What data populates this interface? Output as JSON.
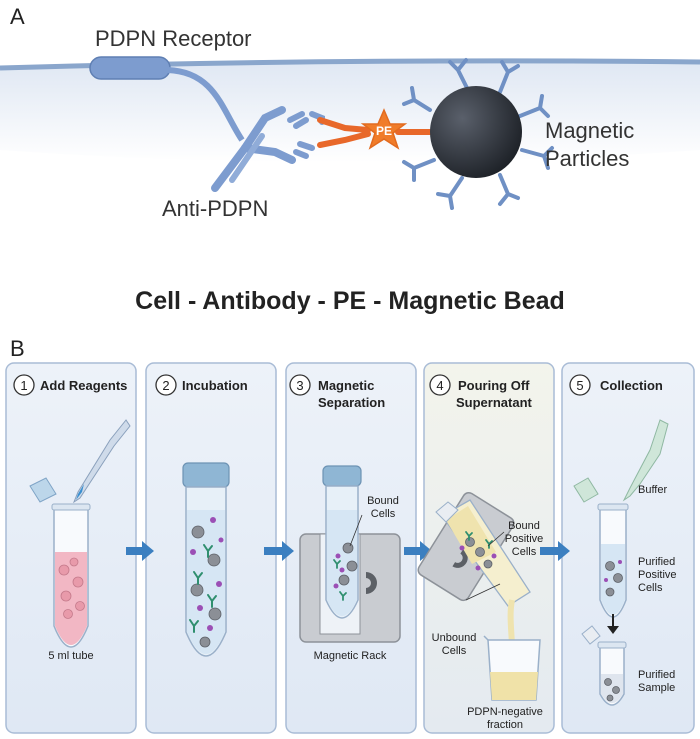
{
  "panel_a": {
    "letter": "A",
    "receptor_label": "PDPN Receptor",
    "antibody_label": "Anti-PDPN",
    "pe_label": "PE",
    "particles_label_line1": "Magnetic",
    "particles_label_line2": "Particles",
    "caption": "Cell - Antibody - PE - Magnetic Bead"
  },
  "panel_b": {
    "letter": "B",
    "steps": [
      {
        "number": "1",
        "title_line1": "Add Reagents",
        "title_line2": "",
        "labels": [
          "5 ml tube"
        ]
      },
      {
        "number": "2",
        "title_line1": "Incubation",
        "title_line2": "",
        "labels": []
      },
      {
        "number": "3",
        "title_line1": "Magnetic",
        "title_line2": "Separation",
        "labels": [
          "Bound",
          "Cells",
          "Magnetic Rack"
        ]
      },
      {
        "number": "4",
        "title_line1": "Pouring Off",
        "title_line2": "Supernatant",
        "labels": [
          "Bound",
          "Positive",
          "Cells",
          "Unbound",
          "Cells",
          "PDPN-negative",
          "fraction"
        ]
      },
      {
        "number": "5",
        "title_line1": "Collection",
        "title_line2": "",
        "labels": [
          "Buffer",
          "Purified",
          "Positive",
          "Cells",
          "Purified",
          "Sample"
        ]
      }
    ]
  },
  "colors": {
    "membrane": "#8aa6cc",
    "antibody": "#7d9ccf",
    "pe": "#f07c2a",
    "bead": "#2b2f36",
    "panel_bg": "#e6eef8",
    "panel_border": "#a9bcd6",
    "arrow": "#3b7fc0",
    "pink_liquid": "#f2b7c4",
    "yellow_liquid": "#f0e2a8"
  }
}
